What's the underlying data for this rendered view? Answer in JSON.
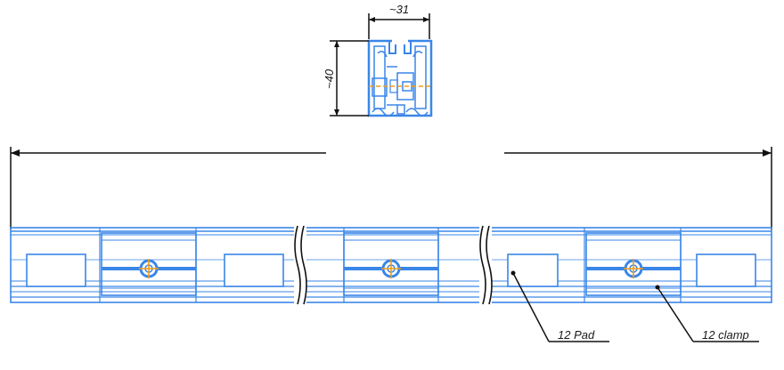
{
  "dimensions": {
    "width_label": "~31",
    "height_label": "~40"
  },
  "callouts": {
    "pad": "12 Pad",
    "clamp": "12 clamp"
  },
  "colors": {
    "profile": "#3a86e8",
    "profile_light": "#9cc4f5",
    "center": "#f39c12",
    "dimension": "#111111"
  }
}
